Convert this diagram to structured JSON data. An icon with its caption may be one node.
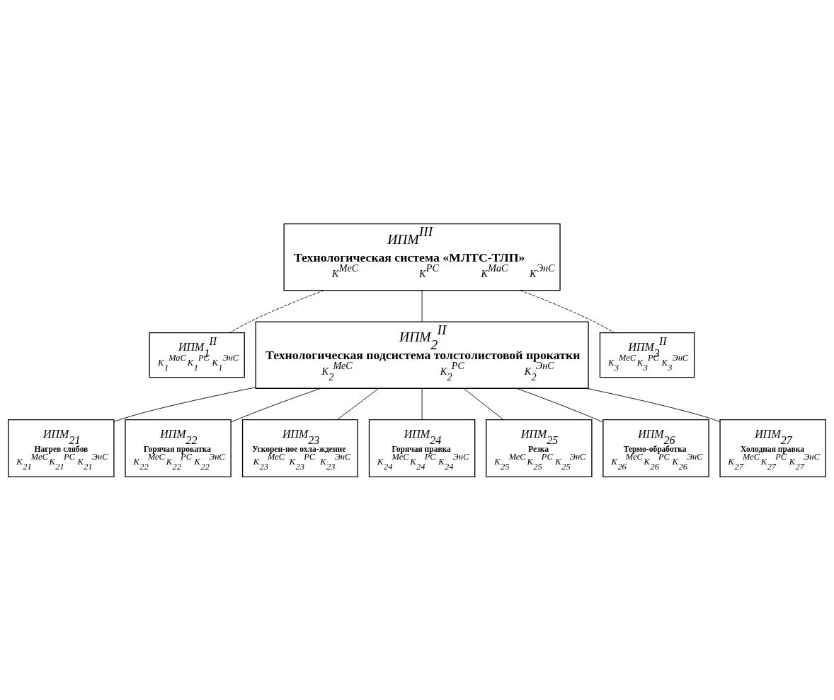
{
  "diagram": {
    "nodes": [
      {
        "text": [
          "ИПМ$^{III}$",
          "Технологическая система «МЛТС-ТЛП»",
          "K$^{МеС}$",
          "K$^{РС}$",
          "K$^{МаС}$",
          "K$^{ЭнС}$"
        ]
      },
      {
        "text": [
          "ИПМ$_{1}$$^{II}$",
          "K$_{1}$$^{МаС}$",
          "K$_{1}$$^{РС}$",
          "K$_{1}$$^{ЭнС}$"
        ]
      },
      {
        "text": [
          "ИПМ$_{2}$$^{II}$",
          "Технологическая подсистема толстолистовой прокатки",
          "K$_{2}$$^{МеС}$",
          "K$_{2}$$^{РС}$",
          "K$_{2}$$^{ЭнС}$"
        ]
      },
      {
        "text": [
          "ИПМ$_{3}$$^{II}$",
          "K$_{3}$$^{МеС}$",
          "K$_{3}$$^{РС}$",
          "K$_{3}$$^{ЭнС}$"
        ]
      },
      {
        "text": [
          "ИПМ$_{21}$",
          "Нагрев слябов",
          "K$_{21}$$^{МеС}$",
          "K$_{21}$$^{РС}$",
          "K$_{21}$$^{ЭнС}$"
        ]
      },
      {
        "text": [
          "ИПМ$_{22}$",
          "Горячая прокатка",
          "K$_{22}$$^{МеС}$",
          "K$_{22}$$^{РС}$",
          "K$_{22}$$^{ЭнС}$"
        ]
      },
      {
        "text": [
          "ИПМ$_{23}$",
          "Ускорен-ное охла-ждение",
          "K$_{23}$$^{МеС}$",
          "K$_{23}$$^{РС}$",
          "K$_{23}$$^{ЭнС}$"
        ]
      },
      {
        "text": [
          "ИПМ$_{24}$",
          "Горячая правка",
          "K$_{24}$$^{МеС}$",
          "K$_{24}$$^{РС}$",
          "K$_{24}$$^{ЭнС}$"
        ]
      },
      {
        "text": [
          "ИПМ$_{25}$",
          "Резка",
          "K$_{25}$$^{МеС}$",
          "K$_{25}$$^{РС}$",
          "K$_{25}$$^{ЭнС}$"
        ]
      },
      {
        "text": [
          "ИПМ$_{26}$",
          "Термо-обработка",
          "K$_{26}$$^{МеС}$",
          "K$_{26}$$^{РС}$",
          "K$_{26}$$^{ЭнС}$"
        ]
      },
      {
        "text": [
          "ИПМ$_{27}$",
          "Холодная правка",
          "K$_{27}$$^{МеС}$",
          "K$_{27}$$^{РС}$",
          "K$_{27}$$^{ЭнС}$"
        ]
      }
    ],
    "edges": [
      {
        "from": 0,
        "to": 1,
        "arrow": "none",
        "style": "dashed"
      },
      {
        "from": 0,
        "to": 2,
        "arrow": "none"
      },
      {
        "from": 0,
        "to": 3,
        "arrow": "none",
        "style": "dashed"
      },
      {
        "from": 2,
        "to": 4,
        "arrow": "none"
      },
      {
        "from": 2,
        "to": 5,
        "arrow": "none"
      },
      {
        "from": 2,
        "to": 6,
        "arrow": "none"
      },
      {
        "from": 2,
        "to": 7,
        "arrow": "none"
      },
      {
        "from": 2,
        "to": 8,
        "arrow": "none"
      },
      {
        "from": 2,
        "to": 9,
        "arrow": "none"
      },
      {
        "from": 2,
        "to": 10,
        "arrow": "none"
      }
    ]
  }
}
